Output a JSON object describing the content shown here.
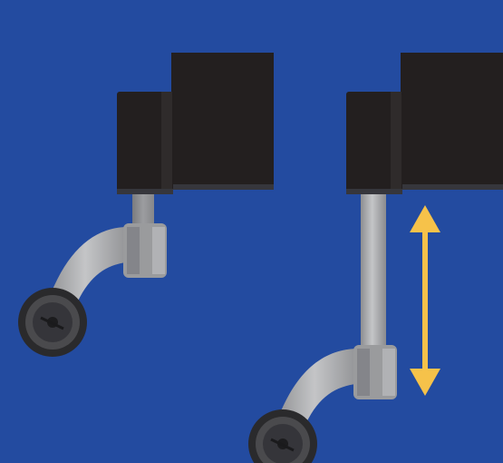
{
  "colors": {
    "background": "#234ba0",
    "block_dark": "#231f1f",
    "block_shadow": "#2f2b2b",
    "block_edge": "#36363c",
    "arm_light": "#b8b9bb",
    "arm_mid": "#9a9b9d",
    "arm_dark": "#7c7d80",
    "wheel_outer": "#2a2a2c",
    "wheel_ring": "#4a4a4d",
    "wheel_hub": "#35353a",
    "arrow": "#f6c24a"
  },
  "illustration": {
    "panels": [
      {
        "id": "retracted",
        "icon": "caster-leg-retracted"
      },
      {
        "id": "extended",
        "icon": "caster-leg-extended",
        "indicator": "double-arrow-vertical"
      }
    ]
  }
}
